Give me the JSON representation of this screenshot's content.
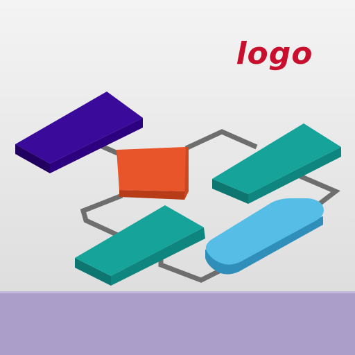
{
  "logo": {
    "text": "logo",
    "color": "#c8102e"
  },
  "colors": {
    "background_top": "#f2f2f2",
    "background_bottom": "#dcdcdc",
    "bottom_band": "#ab9ec9",
    "connector": "#6e6e6e",
    "block_purple": "#3a0a9a",
    "block_orange": "#e8552a",
    "block_teal": "#16a39a",
    "block_lightblue": "#55bde6"
  },
  "blocks": [
    {
      "name": "purple-block",
      "color": "block_purple"
    },
    {
      "name": "orange-block",
      "color": "block_orange"
    },
    {
      "name": "teal-block-right",
      "color": "block_teal"
    },
    {
      "name": "teal-block-left",
      "color": "block_teal"
    },
    {
      "name": "lightblue-block",
      "color": "block_lightblue"
    }
  ]
}
